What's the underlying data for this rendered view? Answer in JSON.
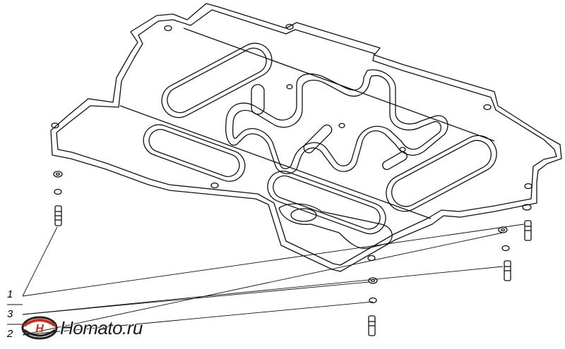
{
  "callouts": {
    "label_1": "1",
    "label_3": "3",
    "label_2": "2"
  },
  "watermark": {
    "brand_text": "Homato.ru",
    "logo_letter": "H",
    "brand_color": "#d42a1e",
    "dark_color": "#222222"
  }
}
